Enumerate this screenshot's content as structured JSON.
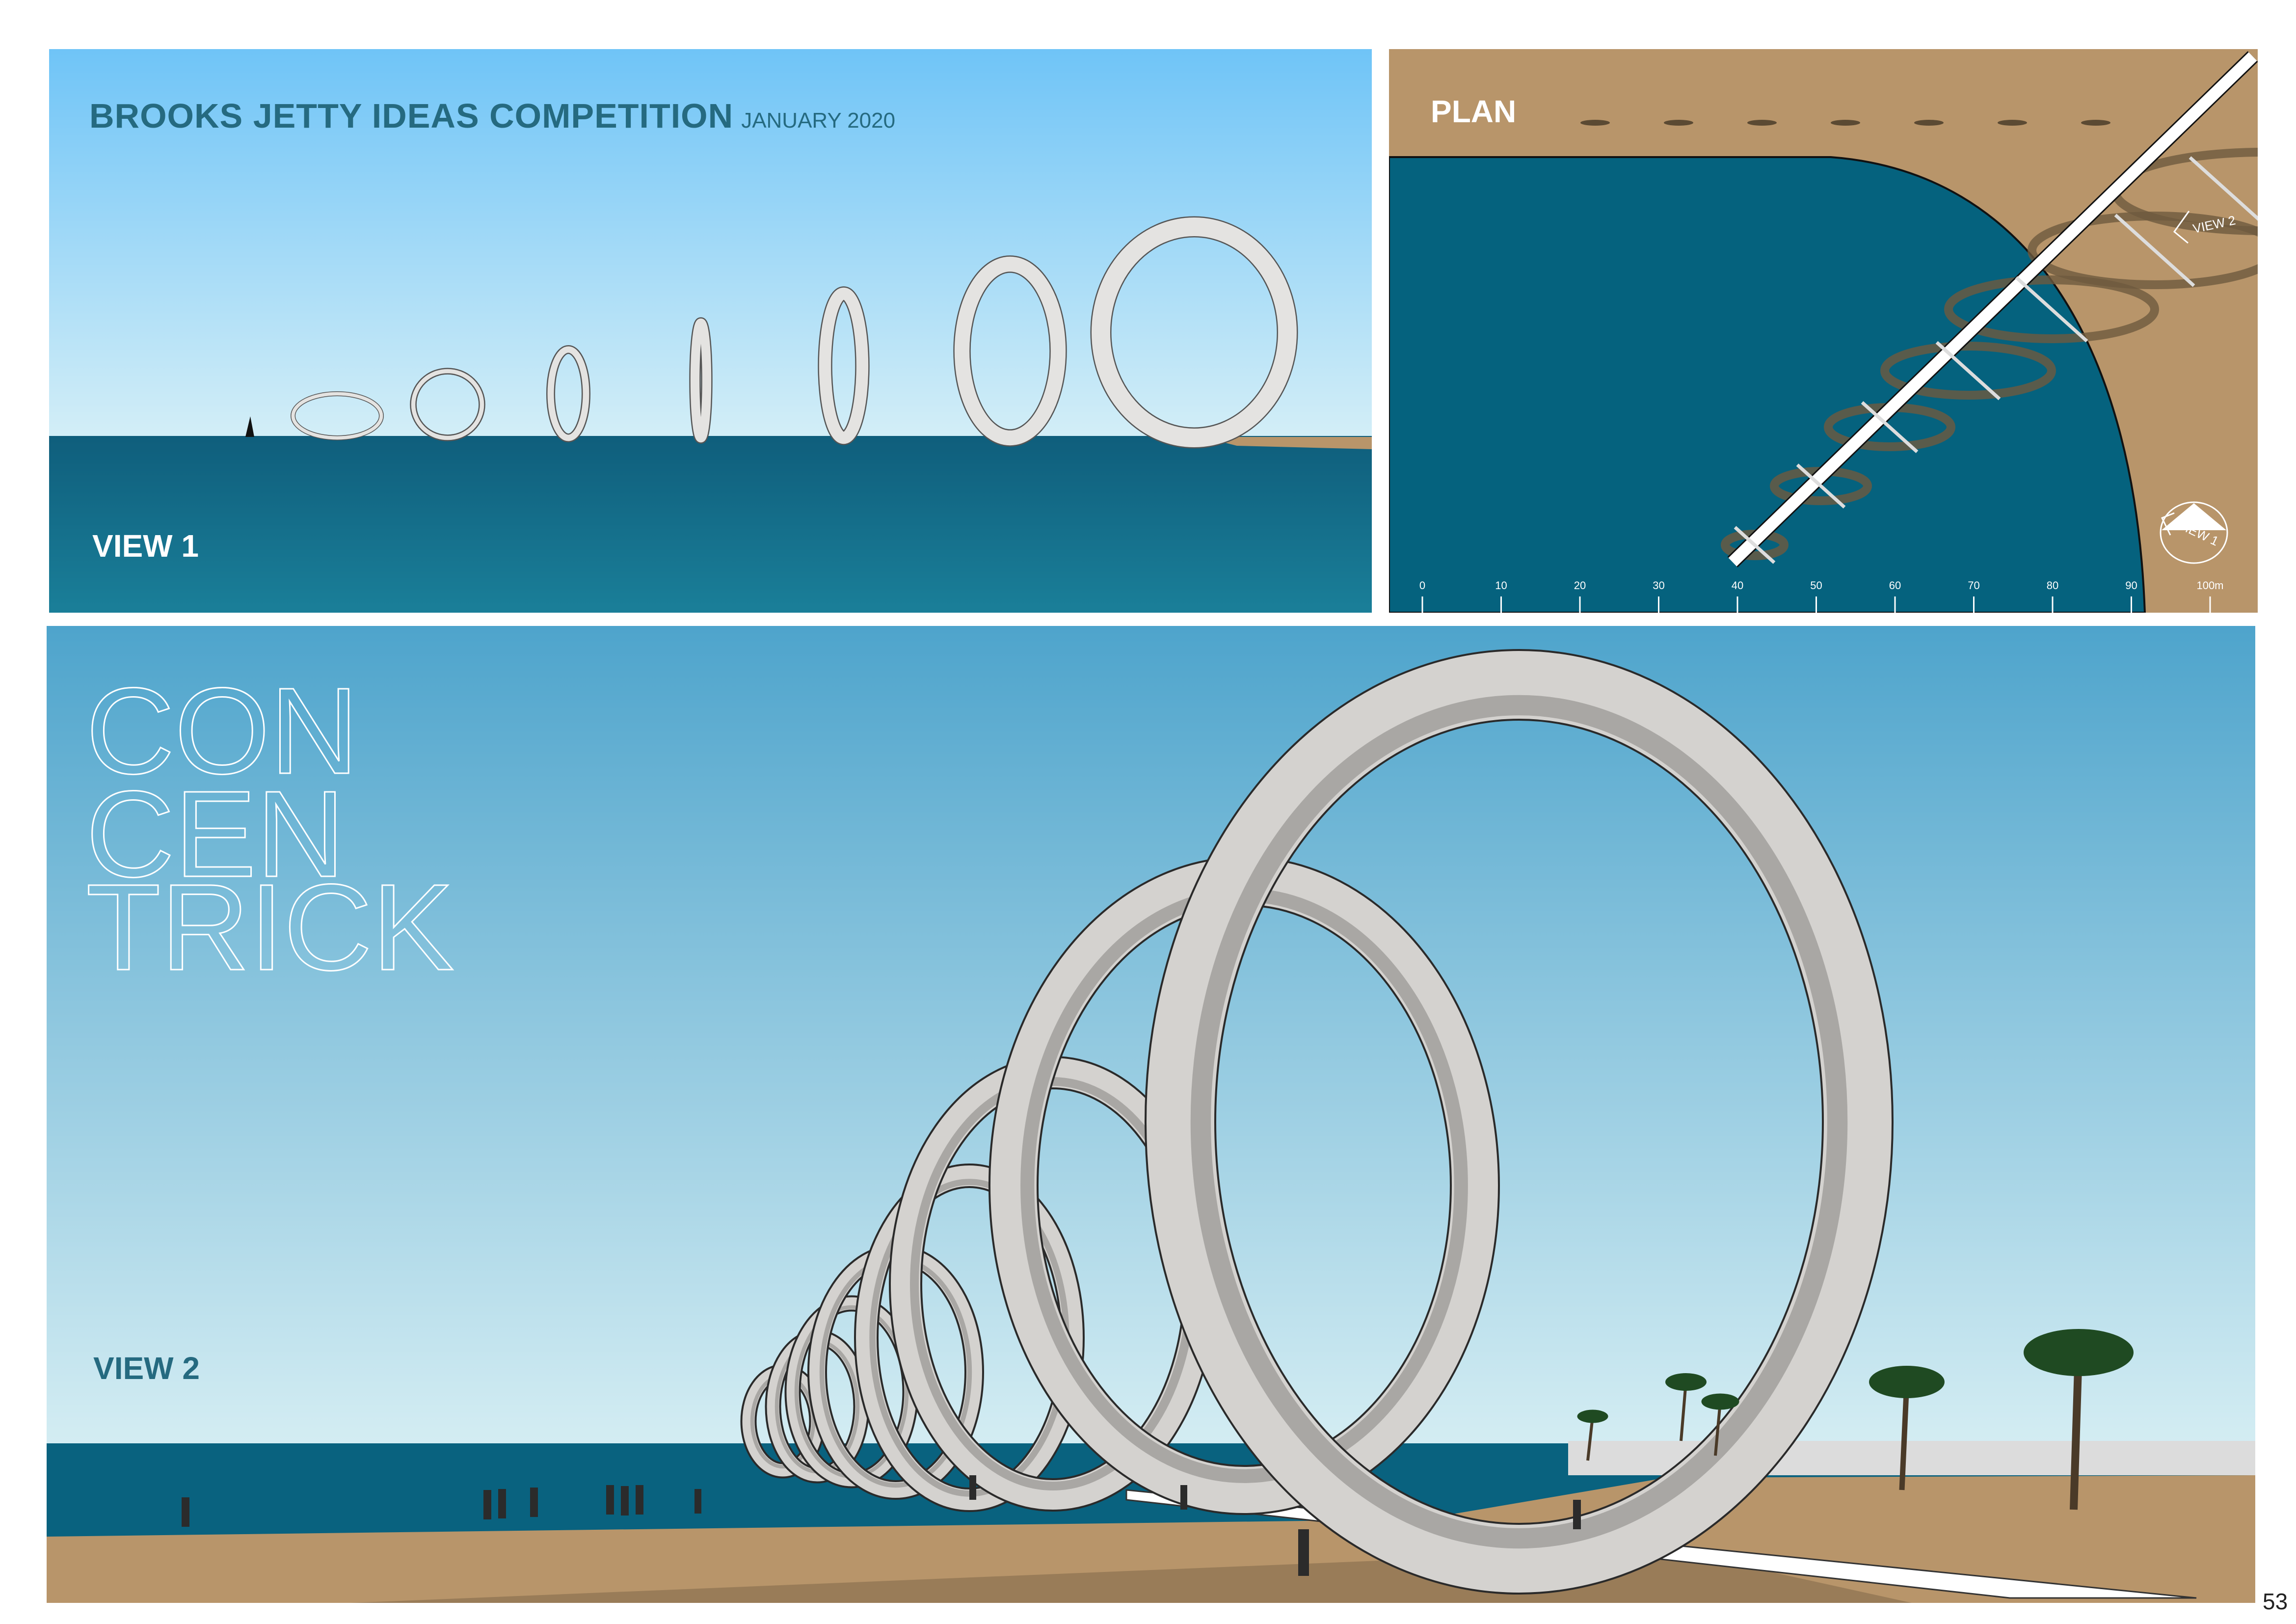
{
  "header": {
    "title": "BROOKS JETTY IDEAS COMPETITION",
    "date": "JANUARY 2020"
  },
  "view1": {
    "label": "VIEW 1"
  },
  "plan": {
    "label": "PLAN",
    "view_markers": [
      "VIEW 1",
      "VIEW 2"
    ],
    "scale_ticks": [
      "0",
      "10",
      "20",
      "30",
      "40",
      "50",
      "60",
      "70",
      "80",
      "90",
      "100m"
    ]
  },
  "view2": {
    "label": "VIEW 2",
    "concept_title": [
      "CON",
      "CEN",
      "TRICK"
    ]
  },
  "page_number": "53",
  "colors": {
    "title": "#256a80",
    "sea": "#0b6584",
    "sand": "#b8956a",
    "ring": "#d4d2cf"
  }
}
